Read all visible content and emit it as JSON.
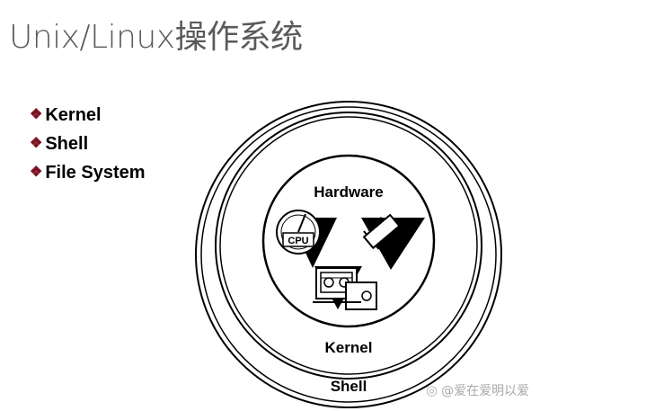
{
  "title": "Unix/Linux操作系统",
  "bullets": [
    {
      "icon": "diamond-bullet-icon",
      "label": "Kernel"
    },
    {
      "icon": "diamond-bullet-icon",
      "label": "Shell"
    },
    {
      "icon": "diamond-bullet-icon",
      "label": "File System"
    }
  ],
  "diagram": {
    "layers": {
      "hardware": "Hardware",
      "cpu": "CPU",
      "kernel": "Kernel",
      "shell": "Shell"
    },
    "icons": [
      "cpu-chip-icon",
      "memory-chip-icon",
      "computer-terminal-icon"
    ]
  },
  "watermark": "@爱在爱明以爱",
  "colors": {
    "bullet": "#7a1020",
    "title": "#5a5a5a"
  }
}
